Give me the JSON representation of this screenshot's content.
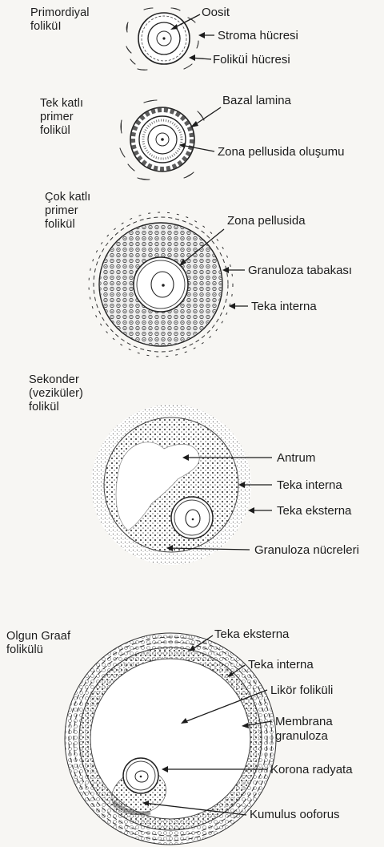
{
  "stages": [
    {
      "title": [
        "Primordiyal",
        "foliküI"
      ],
      "labels": [
        "Oosit",
        "Stroma hücresi",
        "Foliküİ hücresi"
      ]
    },
    {
      "title": [
        "Tek katlı",
        "primer",
        "folikül"
      ],
      "labels": [
        "Bazal lamina",
        "Zona pellusida oluşumu"
      ]
    },
    {
      "title": [
        "Çok katlı",
        "primer",
        "folikül"
      ],
      "labels": [
        "Zona pellusida",
        "Granuloza tabakası",
        "Teka interna"
      ]
    },
    {
      "title": [
        "Sekonder",
        "(veziküler)",
        "folikül"
      ],
      "labels": [
        "Antrum",
        "Teka interna",
        "Teka eksterna",
        "Granuloza nücreleri"
      ]
    },
    {
      "title": [
        "Olgun  Graaf",
        "folikülü"
      ],
      "labels": [
        "Teka eksterna",
        "Teka interna",
        "Likör foliküli",
        "Membrana",
        "granuloza",
        "Korona radyata",
        "Kumulus ooforus"
      ]
    }
  ]
}
